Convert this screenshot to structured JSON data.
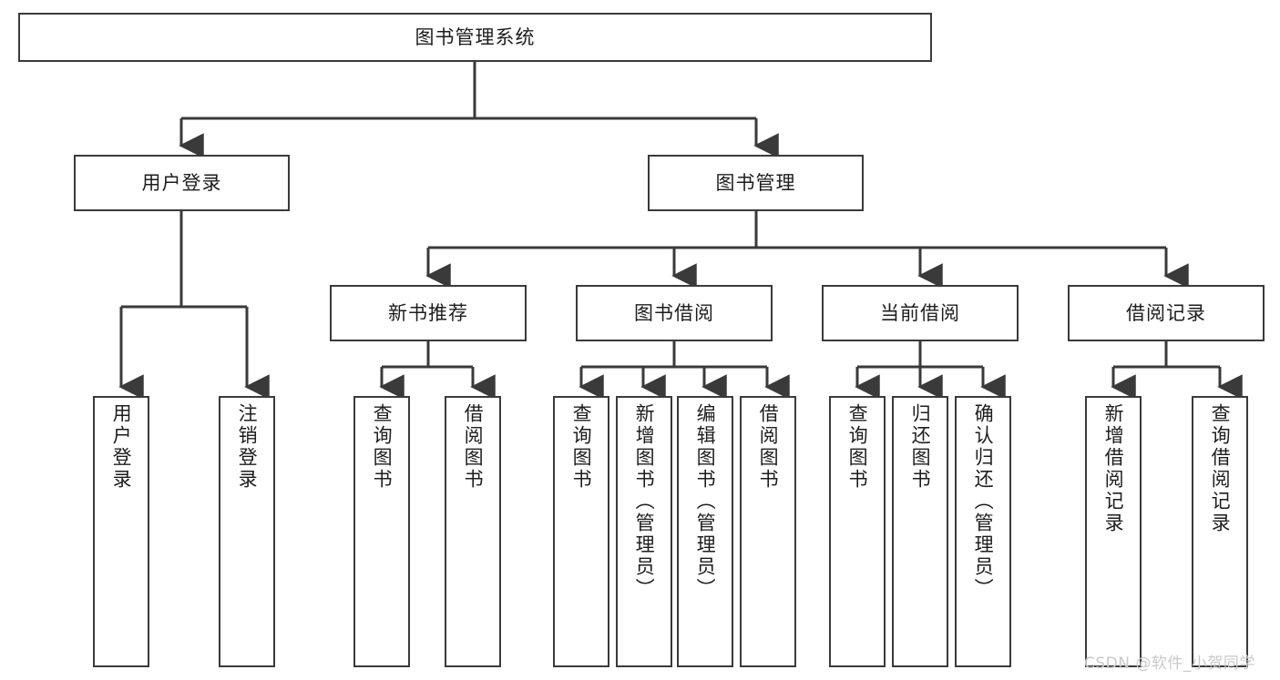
{
  "diagram": {
    "title": "图书管理系统",
    "type": "tree-hierarchy-diagram",
    "watermark": "CSDN @软件_小贺同学",
    "colors": {
      "box_border": "#3a3a3a",
      "box_fill": "#ffffff",
      "connector": "#3a3a3a",
      "text": "#1d1d1d",
      "watermark": "#c9c9c9",
      "background": "#ffffff"
    },
    "root": {
      "label": "图书管理系统"
    },
    "level2": [
      {
        "label": "用户登录"
      },
      {
        "label": "图书管理"
      }
    ],
    "level3": [
      {
        "label": "新书推荐"
      },
      {
        "label": "图书借阅"
      },
      {
        "label": "当前借阅"
      },
      {
        "label": "借阅记录"
      }
    ],
    "leaves": {
      "user_login": [
        {
          "label": "用户登录"
        },
        {
          "label": "注销登录"
        }
      ],
      "new_book": [
        {
          "label": "查询图书"
        },
        {
          "label": "借阅图书"
        }
      ],
      "book_borrow": [
        {
          "label": "查询图书"
        },
        {
          "label": "新增图书（管理员）"
        },
        {
          "label": "编辑图书（管理员）"
        },
        {
          "label": "借阅图书"
        }
      ],
      "current_borrow": [
        {
          "label": "查询图书"
        },
        {
          "label": "归还图书"
        },
        {
          "label": "确认归还（管理员）"
        }
      ],
      "borrow_record": [
        {
          "label": "新增借阅记录"
        },
        {
          "label": "查询借阅记录"
        }
      ]
    }
  }
}
